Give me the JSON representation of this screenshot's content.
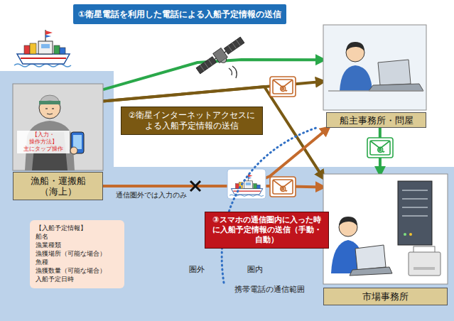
{
  "diagram": {
    "nodes": [
      {
        "text": [
          "①衛星電話を利用した電話による入船予定情報の送信"
        ]
      },
      {
        "text": [
          "【入力・操作方法】 主にタップ操作",
          "漁船・運搬船 （海上）"
        ]
      },
      {
        "text": [
          "船主事務所・問屋"
        ]
      },
      {
        "text": [
          "②衛星インターネットアクセスによる入船予定情報の送信"
        ]
      },
      {
        "text": [
          "市場事務所"
        ]
      },
      {
        "text": [
          "③スマホの通信圏内に入った時に入船予定情報の送信（手動・自動）"
        ]
      },
      {
        "text": [
          "【入船予定情報】",
          "船名",
          "漁業種類",
          "漁獲場所（可能な場合）",
          "魚種",
          "漁獲数量（可能な場合）",
          "入船予定日時"
        ]
      }
    ],
    "edges": [
      {
        "from": 1,
        "to": 2,
        "arrow": "to"
      },
      {
        "from": 1,
        "to": 2,
        "arrow": "to"
      },
      {
        "from": 1,
        "to": 4,
        "arrow": "to"
      },
      {
        "from": 1,
        "to": 2,
        "arrow": "to"
      },
      {
        "from": 1,
        "to": 4,
        "arrow": "to"
      },
      {
        "from": 2,
        "to": 4,
        "arrow": "to"
      }
    ],
    "labels": [
      "通信圏外では入力のみ",
      "圏外",
      "圏内",
      "携帯電話の通信範囲"
    ]
  }
}
